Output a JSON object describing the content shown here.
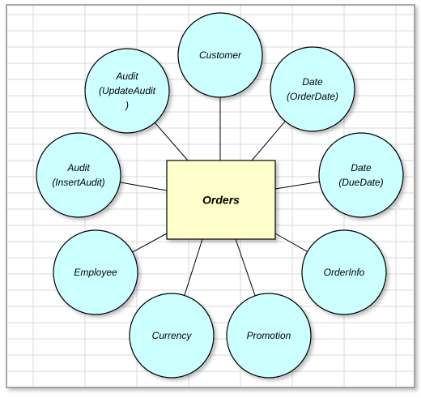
{
  "colors": {
    "circle_fill": "#ccffff",
    "center_fill": "#ffffcc",
    "outline": "#000000",
    "grid": "#d9d9d9",
    "frame": "#8c8c8c"
  },
  "center": {
    "label": "Orders"
  },
  "nodes": [
    {
      "lines": [
        "Customer"
      ]
    },
    {
      "lines": [
        "Date",
        "(OrderDate)"
      ]
    },
    {
      "lines": [
        "Date",
        "(DueDate)"
      ]
    },
    {
      "lines": [
        "OrderInfo"
      ]
    },
    {
      "lines": [
        "Promotion"
      ]
    },
    {
      "lines": [
        "Currency"
      ]
    },
    {
      "lines": [
        "Employee"
      ]
    },
    {
      "lines": [
        "Audit",
        "(InsertAudit)"
      ]
    },
    {
      "lines": [
        "Audit",
        "(UpdateAudit",
        ")"
      ]
    }
  ]
}
